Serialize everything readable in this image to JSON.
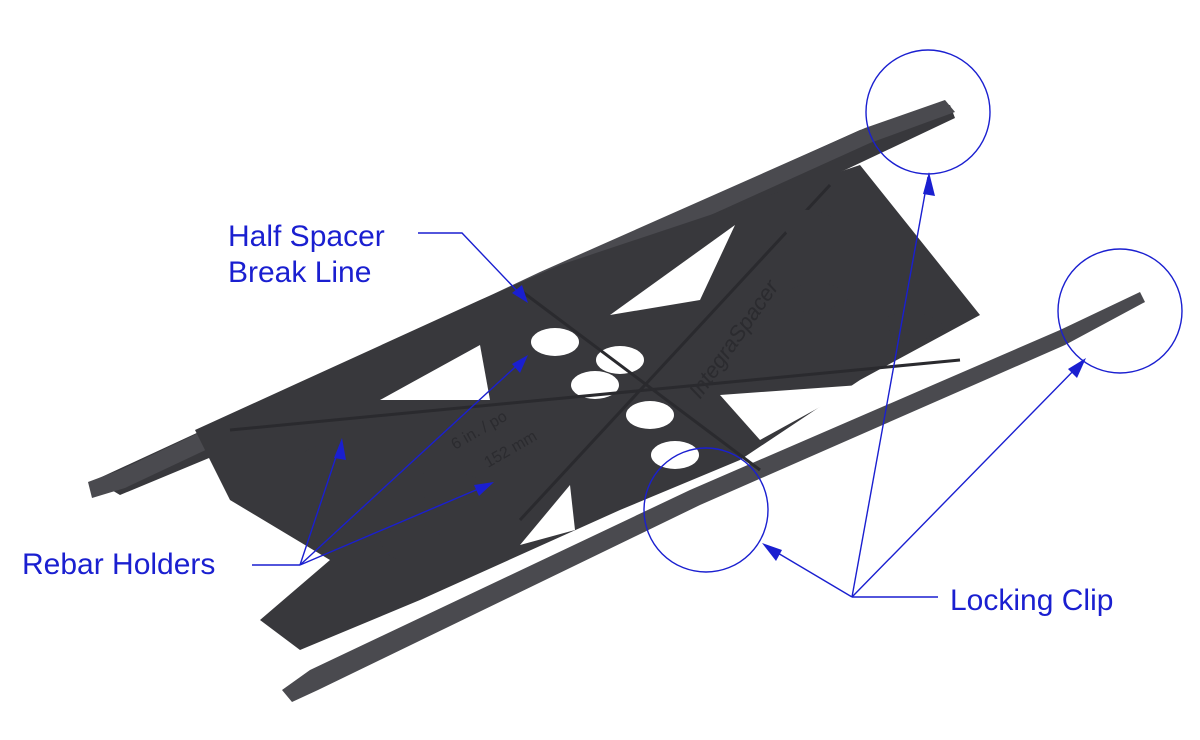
{
  "labels": {
    "half_spacer_line1": "Half Spacer",
    "half_spacer_line2": "Break Line",
    "rebar_holders": "Rebar Holders",
    "locking_clip": "Locking Clip"
  },
  "embossed_text": {
    "brand": "IntegraSpacer",
    "size_imperial": "6 in. / po",
    "size_metric": "152 mm"
  },
  "colors": {
    "annotation": "#1a1fd0",
    "part": "#38383c",
    "background": "#ffffff"
  }
}
